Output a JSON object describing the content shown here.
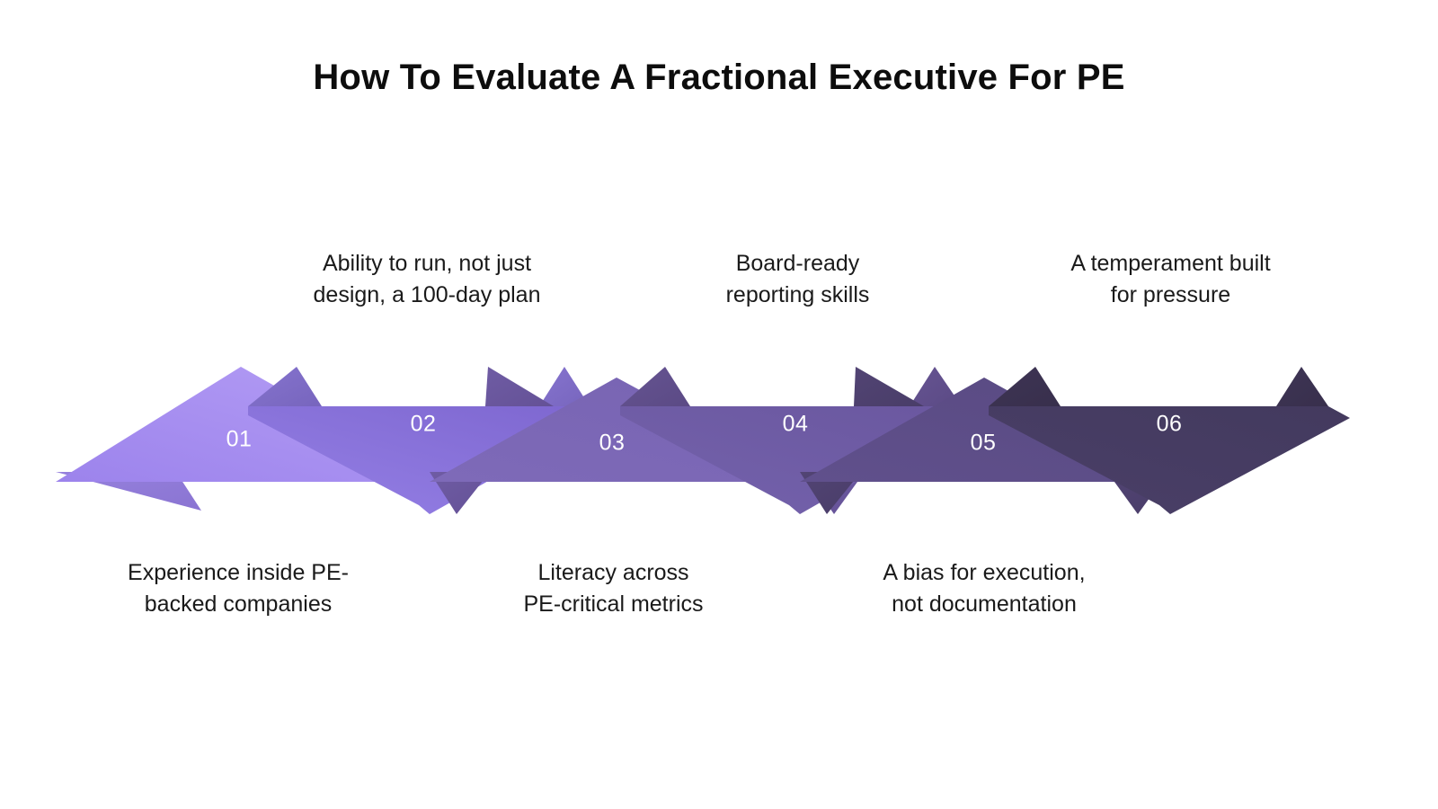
{
  "title": "How To Evaluate A Fractional Executive For PE",
  "colors": {
    "background": "#ffffff",
    "title_text": "#0d0d0d",
    "caption_text": "#1a1a1a",
    "number_text": "#ffffff",
    "seg_01": "#a78bf0",
    "seg_01_dark": "#9079d8",
    "seg_02": "#8a72dd",
    "seg_02_dark": "#7a62c6",
    "seg_03": "#7763b5",
    "seg_03_dark": "#6a579f",
    "seg_04": "#6e5ba6",
    "seg_04_dark": "#5f4e91",
    "seg_05": "#5b4b86",
    "seg_05_dark": "#4e4074",
    "seg_06": "#463c62",
    "seg_06_dark": "#3b3253"
  },
  "steps": [
    {
      "number": "01",
      "direction": "up",
      "caption": "Experience inside PE-\nbacked companies",
      "caption_position": "bottom",
      "color": "#a78bf0"
    },
    {
      "number": "02",
      "direction": "down",
      "caption": "Ability to run, not just\ndesign, a 100-day plan",
      "caption_position": "top",
      "color": "#8a72dd"
    },
    {
      "number": "03",
      "direction": "up",
      "caption": "Literacy across\nPE-critical metrics",
      "caption_position": "bottom",
      "color": "#7763b5"
    },
    {
      "number": "04",
      "direction": "down",
      "caption": "Board-ready\nreporting skills",
      "caption_position": "top",
      "color": "#6e5ba6"
    },
    {
      "number": "05",
      "direction": "up",
      "caption": "A bias for execution,\nnot documentation",
      "caption_position": "bottom",
      "color": "#5b4b86"
    },
    {
      "number": "06",
      "direction": "down",
      "caption": "A temperament built\nfor pressure",
      "caption_position": "top",
      "color": "#463c62"
    }
  ],
  "chart_data": {
    "type": "diagram",
    "diagram_kind": "zigzag-arrow-process",
    "title": "How To Evaluate A Fractional Executive For PE",
    "step_count": 6,
    "labels": [
      "Experience inside PE-backed companies",
      "Ability to run, not just design, a 100-day plan",
      "Literacy across PE-critical metrics",
      "Board-ready reporting skills",
      "A bias for execution, not documentation",
      "A temperament built for pressure"
    ],
    "numbers": [
      "01",
      "02",
      "03",
      "04",
      "05",
      "06"
    ]
  }
}
